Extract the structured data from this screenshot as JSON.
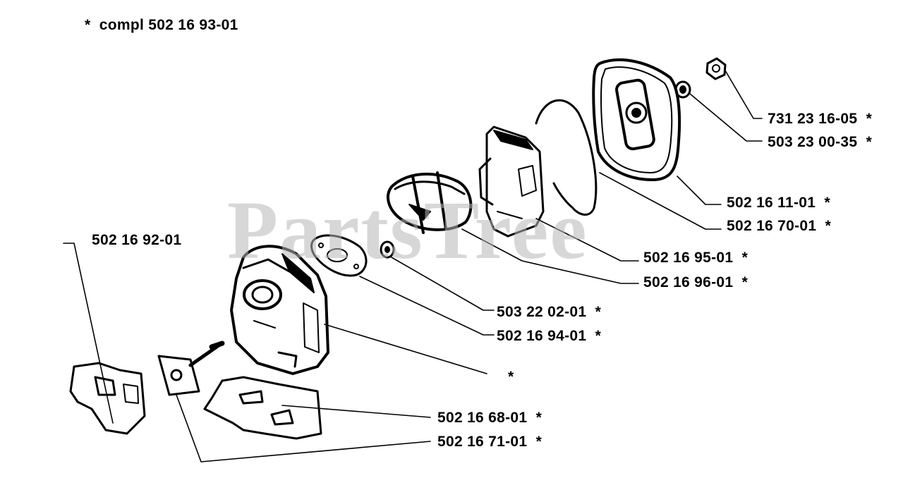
{
  "header": {
    "note": "*  compl 502 16 93-01"
  },
  "watermark": "PartsTree",
  "colors": {
    "ink": "#000000",
    "background": "#ffffff",
    "watermark": "#b8b8b8"
  },
  "callouts": [
    {
      "id": "c1",
      "label": "731 23 16-05  *"
    },
    {
      "id": "c2",
      "label": "503 23 00-35  *"
    },
    {
      "id": "c3",
      "label": "502 16 11-01  *"
    },
    {
      "id": "c4",
      "label": "502 16 70-01  *"
    },
    {
      "id": "c5",
      "label": "502 16 95-01  *"
    },
    {
      "id": "c6",
      "label": "502 16 96-01  *"
    },
    {
      "id": "c7",
      "label": "502 16 92-01"
    },
    {
      "id": "c8",
      "label": "503 22 02-01  *"
    },
    {
      "id": "c9",
      "label": "502 16 94-01  *"
    },
    {
      "id": "c10",
      "label": "*"
    },
    {
      "id": "c11",
      "label": "502 16 68-01  *"
    },
    {
      "id": "c12",
      "label": "502 16 71-01  *"
    }
  ]
}
